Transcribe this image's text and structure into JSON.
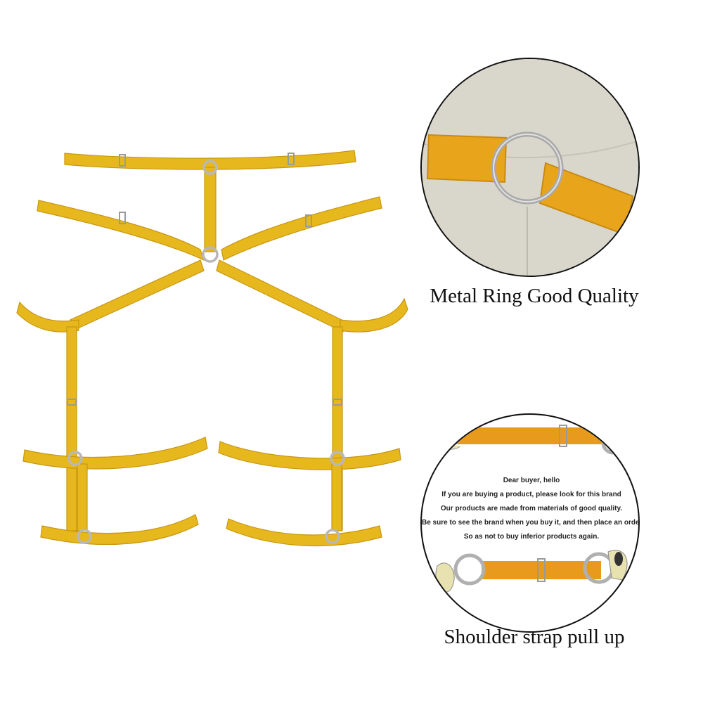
{
  "colors": {
    "strap_yellow": "#e6b81e",
    "strap_dark": "#c9960f",
    "strap_orange": "#e89a1c",
    "metal": "#b8b8b8",
    "fabric_bg": "#d9d6cb"
  },
  "callouts": {
    "ring_caption": "Metal Ring Good Quality",
    "strap_caption": "Shoulder strap pull up"
  },
  "notice": {
    "lines": [
      "Dear buyer, hello",
      "If you are buying a product, please look for this brand",
      "Our products are made from materials of good quality.",
      "Be sure to see the brand when you buy it, and then place an order.",
      "So as not to buy inferior products again."
    ]
  }
}
